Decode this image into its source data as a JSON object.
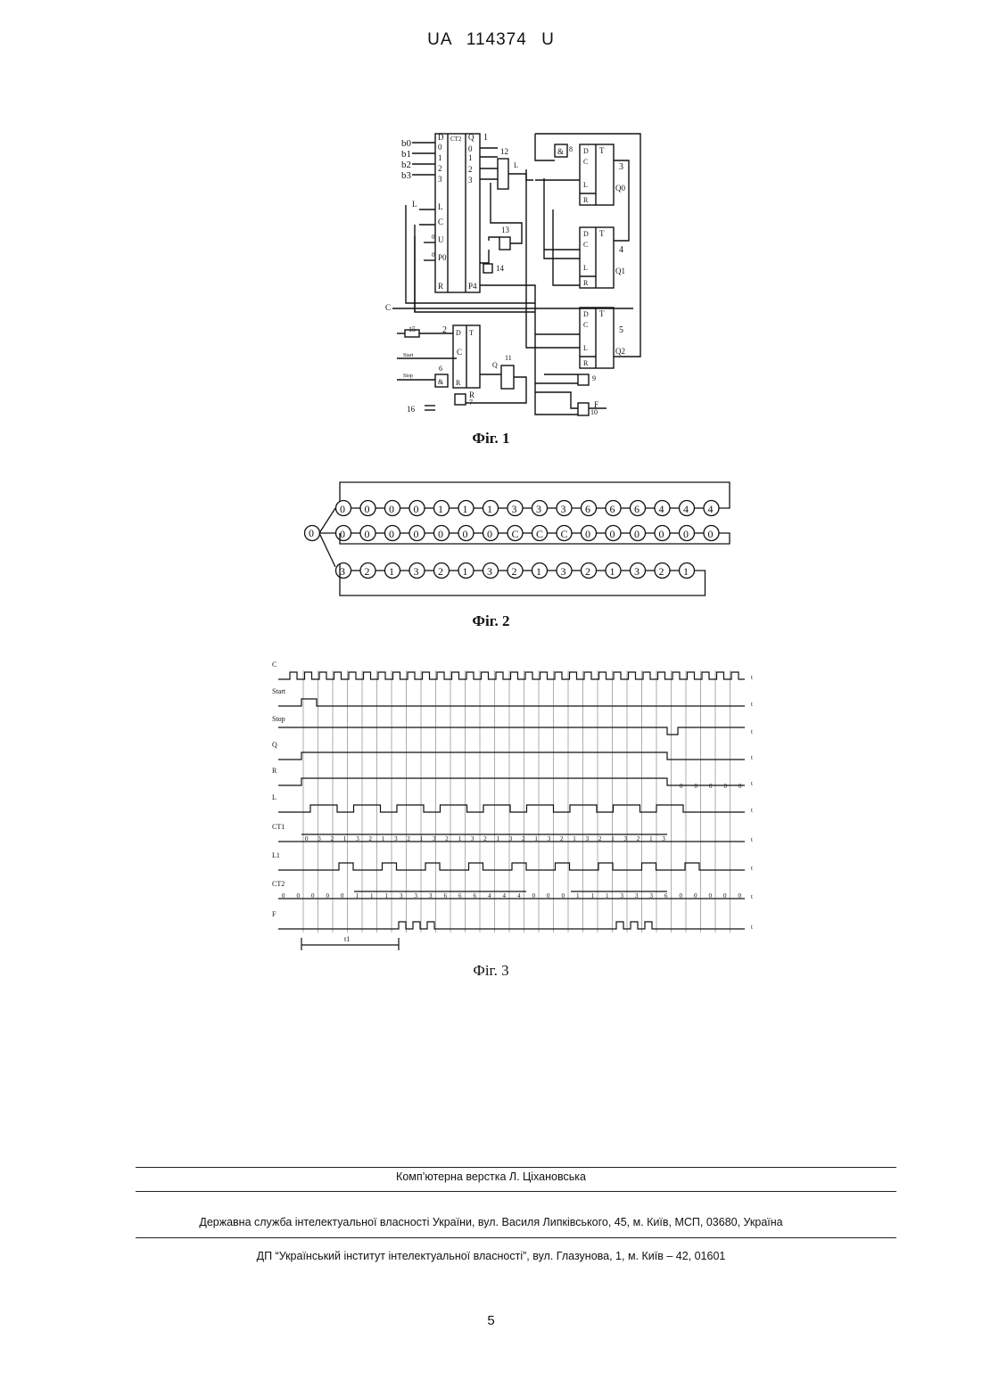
{
  "header": {
    "doc_code": "UA",
    "doc_number": "114374",
    "doc_kind": "U"
  },
  "figures": [
    {
      "caption": "Фіг. 1"
    },
    {
      "caption": "Фіг. 2"
    },
    {
      "caption": "Фіг. 3"
    }
  ],
  "fig1": {
    "inputs": [
      "b0",
      "b1",
      "b2",
      "b3"
    ],
    "counter_pins_left": [
      "D",
      "0",
      "1",
      "2",
      "3",
      "L",
      "C",
      "U",
      "P0",
      "R"
    ],
    "counter_pins_right": [
      "Q",
      "0",
      "1",
      "2",
      "3",
      "P4"
    ],
    "counter_title": "CT2",
    "block_numbers": [
      "1",
      "2",
      "3",
      "4",
      "5",
      "6",
      "7",
      "8",
      "9",
      "10",
      "11",
      "12",
      "13",
      "14",
      "15",
      "16"
    ],
    "signals": [
      "L",
      "L1",
      "C",
      "Start",
      "Stop",
      "Q",
      "R",
      "F",
      "Q0",
      "Q1",
      "Q2",
      "T"
    ],
    "trigger_pins": [
      "D",
      "C",
      "L",
      "R",
      "T"
    ]
  },
  "fig2": {
    "start_value": "0",
    "rows": [
      [
        "0",
        "0",
        "0",
        "0",
        "1",
        "1",
        "1",
        "3",
        "3",
        "3",
        "6",
        "6",
        "6",
        "4",
        "4",
        "4"
      ],
      [
        "0",
        "0",
        "0",
        "0",
        "0",
        "0",
        "0",
        "C",
        "C",
        "C",
        "0",
        "0",
        "0",
        "0",
        "0",
        "0"
      ],
      [
        "3",
        "2",
        "1",
        "3",
        "2",
        "1",
        "3",
        "2",
        "1",
        "3",
        "2",
        "1",
        "3",
        "2",
        "1"
      ]
    ]
  },
  "fig3": {
    "signals": [
      "C",
      "Start",
      "Stop",
      "Q",
      "R",
      "L",
      "CT1",
      "L1",
      "CT2",
      "F"
    ],
    "axis_label": "t",
    "interval_label": "t1",
    "ct1_values": [
      "0",
      "3",
      "2",
      "1",
      "3",
      "2",
      "1",
      "3",
      "2",
      "1",
      "3",
      "2",
      "1",
      "3",
      "2",
      "1",
      "3",
      "2",
      "1",
      "3",
      "2",
      "1",
      "3",
      "2",
      "1",
      "3",
      "2",
      "1",
      "3"
    ],
    "ct2_values": [
      "0",
      "0",
      "0",
      "0",
      "0",
      "1",
      "1",
      "1",
      "3",
      "3",
      "3",
      "6",
      "6",
      "6",
      "4",
      "4",
      "4",
      "0",
      "0",
      "0",
      "1",
      "1",
      "1",
      "3",
      "3",
      "3",
      "6",
      "0",
      "0",
      "0",
      "0",
      "0"
    ],
    "r_tail_values": [
      "0",
      "0",
      "0",
      "0",
      "0"
    ]
  },
  "footer": {
    "layout": "Комп’ютерна верстка Л. Ціхановська",
    "office": "Державна служба інтелектуальної власності України, вул. Василя Липківського, 45, м. Київ, МСП, 03680, Україна",
    "institute": "ДП “Український інститут інтелектуальної власності”, вул. Глазунова, 1, м. Київ – 42, 01601",
    "page_number": "5"
  }
}
